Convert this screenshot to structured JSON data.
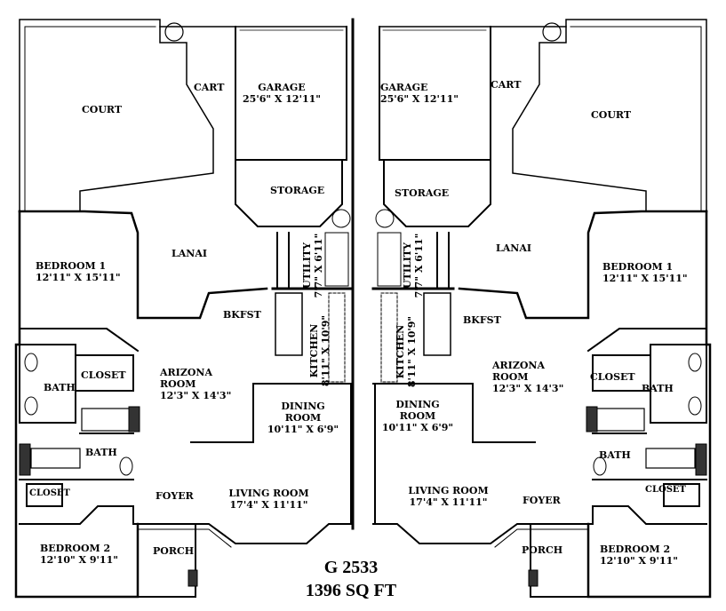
{
  "plan_id": "G 2533",
  "area": "1396 SQ FT",
  "left_unit": {
    "court": "COURT",
    "cart": "CART",
    "garage": "GARAGE",
    "garage_dim": "25'6\" X 12'11\"",
    "storage": "STORAGE",
    "lanai": "LANAI",
    "utility": "UTILITY",
    "utility_dim": "7'7\" X 6'11\"",
    "bedroom1": "BEDROOM 1",
    "bedroom1_dim": "12'11\" X 15'11\"",
    "bkfst": "BKFST",
    "kitchen": "KITCHEN",
    "kitchen_dim": "8'11\" X 10'9\"",
    "closet1": "CLOSET",
    "bath1": "BATH",
    "arizona": "ARIZONA",
    "arizona2": "ROOM",
    "arizona_dim": "12'3\" X 14'3\"",
    "dining": "DINING",
    "dining2": "ROOM",
    "dining_dim": "10'11\" X 6'9\"",
    "bath2": "BATH",
    "closet2": "CLOSET",
    "foyer": "FOYER",
    "living": "LIVING ROOM",
    "living_dim": "17'4\" X 11'11\"",
    "bedroom2": "BEDROOM 2",
    "bedroom2_dim": "12'10\" X 9'11\"",
    "porch": "PORCH"
  },
  "right_unit": {
    "court": "COURT",
    "cart": "CART",
    "garage": "GARAGE",
    "garage_dim": "25'6\" X 12'11\"",
    "storage": "STORAGE",
    "lanai": "LANAI",
    "utility": "UTILITY",
    "utility_dim": "7'7\" X 6'11\"",
    "bedroom1": "BEDROOM 1",
    "bedroom1_dim": "12'11\" X 15'11\"",
    "bkfst": "BKFST",
    "kitchen": "KITCHEN",
    "kitchen_dim": "8'11\" X 10'9\"",
    "closet1": "CLOSET",
    "bath1": "BATH",
    "arizona": "ARIZONA",
    "arizona2": "ROOM",
    "arizona_dim": "12'3\" X 14'3\"",
    "dining": "DINING",
    "dining2": "ROOM",
    "dining_dim": "10'11\" X 6'9\"",
    "bath2": "BATH",
    "closet2": "CLOSET",
    "foyer": "FOYER",
    "living": "LIVING ROOM",
    "living_dim": "17'4\" X 11'11\"",
    "bedroom2": "BEDROOM 2",
    "bedroom2_dim": "12'10\" X 9'11\"",
    "porch": "PORCH"
  }
}
